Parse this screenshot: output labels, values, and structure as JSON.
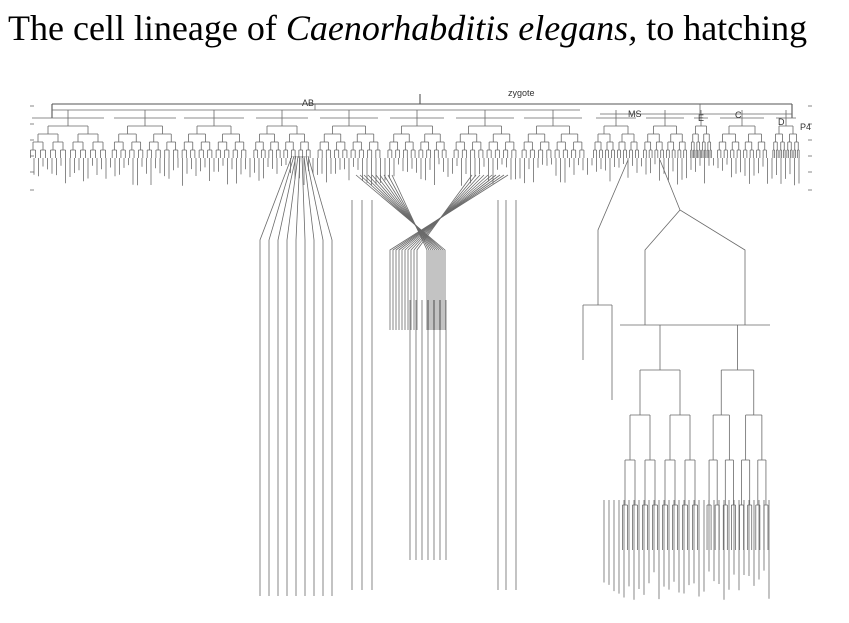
{
  "title": {
    "prefix": "The cell lineage of ",
    "species": "Caenorhabditis elegans,",
    "suffix": " to hatching"
  },
  "diagram": {
    "root_label": "zygote",
    "founder_labels": [
      "AB",
      "MS",
      "E",
      "C",
      "D",
      "P4"
    ]
  },
  "colors": {
    "line": "#6a6a6a",
    "text": "#000000"
  }
}
